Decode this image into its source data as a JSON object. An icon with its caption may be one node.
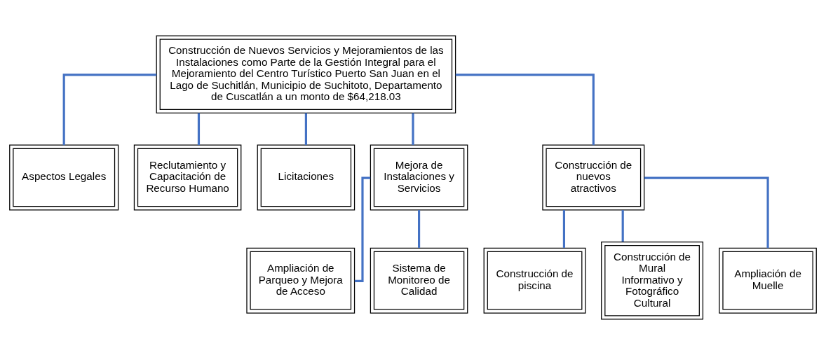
{
  "diagram": {
    "nodes": [
      {
        "text": [
          "Construcción de Nuevos Servicios y Mejoramientos de las Instalaciones como Parte de la Gestión Integral para el Mejoramiento del Centro Turístico Puerto San Juan en el Lago de Suchitlán, Municipio de Suchitoto, Departamento de Cuscatlán a un monto de $64,218.03"
        ]
      },
      {
        "text": [
          "Aspectos Legales"
        ]
      },
      {
        "text": [
          "Reclutamiento y Capacitación de Recurso Humano"
        ]
      },
      {
        "text": [
          "Licitaciones"
        ]
      },
      {
        "text": [
          "Mejora de Instalaciones y Servicios"
        ]
      },
      {
        "text": [
          "Construcción de nuevos atractivos"
        ]
      },
      {
        "text": [
          "Ampliación de Parqueo y Mejora de Acceso"
        ]
      },
      {
        "text": [
          "Sistema de Monitoreo de Calidad"
        ]
      },
      {
        "text": [
          "Construcción de piscina"
        ]
      },
      {
        "text": [
          "Construcción de Mural Informativo y Fotográfico Cultural"
        ]
      },
      {
        "text": [
          "Ampliación de Muelle"
        ]
      }
    ],
    "edges": [
      {
        "from": 0,
        "to": 1,
        "arrow": "none"
      },
      {
        "from": 0,
        "to": 2,
        "arrow": "none"
      },
      {
        "from": 0,
        "to": 3,
        "arrow": "none"
      },
      {
        "from": 0,
        "to": 4,
        "arrow": "none"
      },
      {
        "from": 0,
        "to": 5,
        "arrow": "none"
      },
      {
        "from": 4,
        "to": 6,
        "arrow": "none"
      },
      {
        "from": 4,
        "to": 7,
        "arrow": "none"
      },
      {
        "from": 5,
        "to": 8,
        "arrow": "none"
      },
      {
        "from": 5,
        "to": 9,
        "arrow": "none"
      },
      {
        "from": 5,
        "to": 10,
        "arrow": "none"
      }
    ]
  }
}
